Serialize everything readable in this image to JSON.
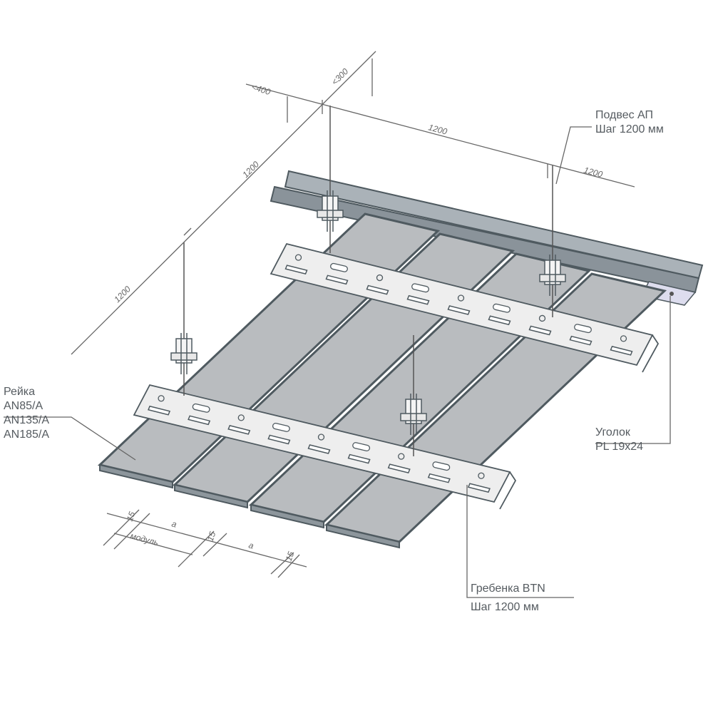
{
  "labels": {
    "hanger": {
      "line1": "Подвес АП",
      "line2": "Шаг 1200 мм"
    },
    "rail": {
      "line1": "Рейка",
      "line2": "AN85/A",
      "line3": "AN135/A",
      "line4": "AN185/A"
    },
    "angle": {
      "line1": "Уголок",
      "line2": "PL 19x24"
    },
    "comb": {
      "line1": "Гребенка BTN",
      "line2": "Шаг 1200 мм"
    }
  },
  "dimensions": {
    "edge_offset_1": "<400",
    "edge_offset_2": "<300",
    "span_top_1": "1200",
    "span_top_2": "1200",
    "span_left_1": "1200",
    "span_left_2": "1200",
    "gap": "15",
    "panel_width": "a",
    "module": "модуль"
  },
  "colors": {
    "panel": "#b9bcbf",
    "edge": "#4f5a60",
    "carrier": "#eeeeee",
    "line": "#666666"
  }
}
